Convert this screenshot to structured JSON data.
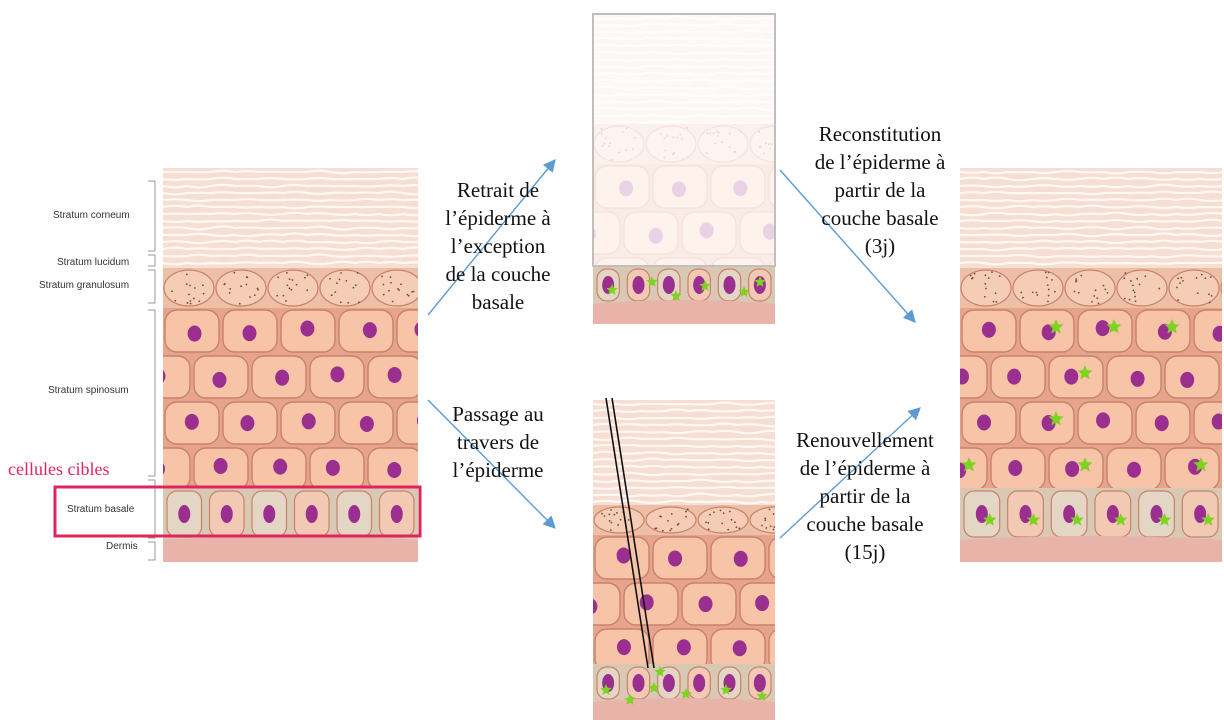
{
  "layers": {
    "corneum": "Stratum corneum",
    "lucidum": "Stratum lucidum",
    "granulosum": "Stratum granulosum",
    "spinosum": "Stratum spinosum",
    "basale": "Stratum basale",
    "dermis": "Dermis"
  },
  "target_label": "cellules cibles",
  "captions": {
    "retrait": [
      "Retrait de",
      "l’épiderme à",
      "l’exception",
      "de la couche",
      "basale"
    ],
    "passage": [
      "Passage au",
      "travers de",
      "l’épiderme"
    ],
    "reconstitution": [
      "Reconstitution",
      "de l’épiderme à",
      "partir de la",
      "couche basale",
      "(3j)"
    ],
    "renouvellement": [
      "Renouvellement",
      "de l’épiderme à",
      "partir de la",
      "couche basale",
      "(15j)"
    ]
  },
  "colors": {
    "target": "#e0245e",
    "arrow": "#5b9bd5",
    "cell_fill": "#f7c4a8",
    "cell_edge": "#c9826a",
    "nucleus": "#9b2f8f",
    "star": "#7ed321",
    "dermis": "#e8b3a8",
    "corneum": "#f6ded2"
  },
  "icons": {
    "needle": "double-line-needle",
    "marker": "green-star"
  }
}
